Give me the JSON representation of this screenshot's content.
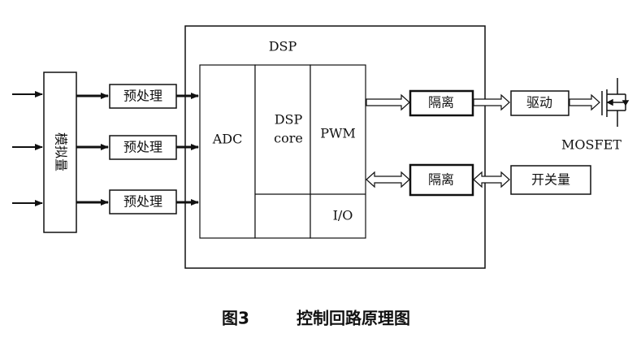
{
  "dsp": {
    "title": "DSP",
    "adc": "ADC",
    "core_line1": "DSP",
    "core_line2": "core",
    "pwm": "PWM",
    "io": "I/O"
  },
  "analog_block": "模拟量",
  "preprocess_blocks": [
    "预处理",
    "预处理",
    "预处理"
  ],
  "isolation_blocks": [
    "隔离",
    "隔离"
  ],
  "driver": "驱动",
  "mosfet": "MOSFET",
  "switch_block": "开关量",
  "caption": {
    "figure": "图3",
    "title": "控制回路原理图"
  }
}
